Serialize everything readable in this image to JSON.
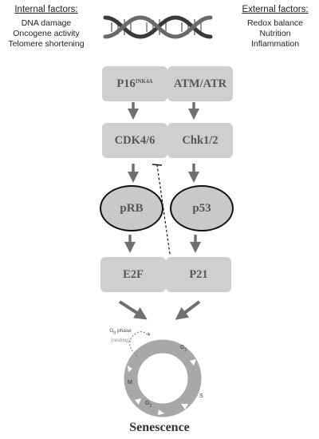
{
  "internal": {
    "title": "Internal factors:",
    "items": [
      "DNA damage",
      "Oncogene activity",
      "Telomere shortening"
    ]
  },
  "external": {
    "title": "External factors:",
    "items": [
      "Redox balance",
      "Nutrition",
      "Inflammation"
    ]
  },
  "nodes": {
    "p16": {
      "main": "P16",
      "sup": "INK4A"
    },
    "atm_atr": "ATM/ATR",
    "cdk46": "CDK4/6",
    "chk12": "Chk1/2",
    "prb": "pRB",
    "p53": "p53",
    "e2f": "E2F",
    "p21": "P21"
  },
  "cell_cycle": {
    "g0_phase": {
      "main": "G",
      "sub": "0",
      "suffix": " phase"
    },
    "resting": "(resting)",
    "g1": {
      "main": "G",
      "sub": "1"
    },
    "s": "S",
    "g2": {
      "main": "G",
      "sub": "2"
    },
    "m": "M"
  },
  "title": "Senescence",
  "colors": {
    "box_fill": "#cfcfcf",
    "box_text": "#575757",
    "arrow": "#6f6f6f",
    "ring": "#a8a8a8",
    "dna_dark": "#3a3a3a",
    "dna_light": "#9a9a9a"
  },
  "icons": [
    "dna-double-helix-icon",
    "cell-cycle-ring-icon"
  ]
}
